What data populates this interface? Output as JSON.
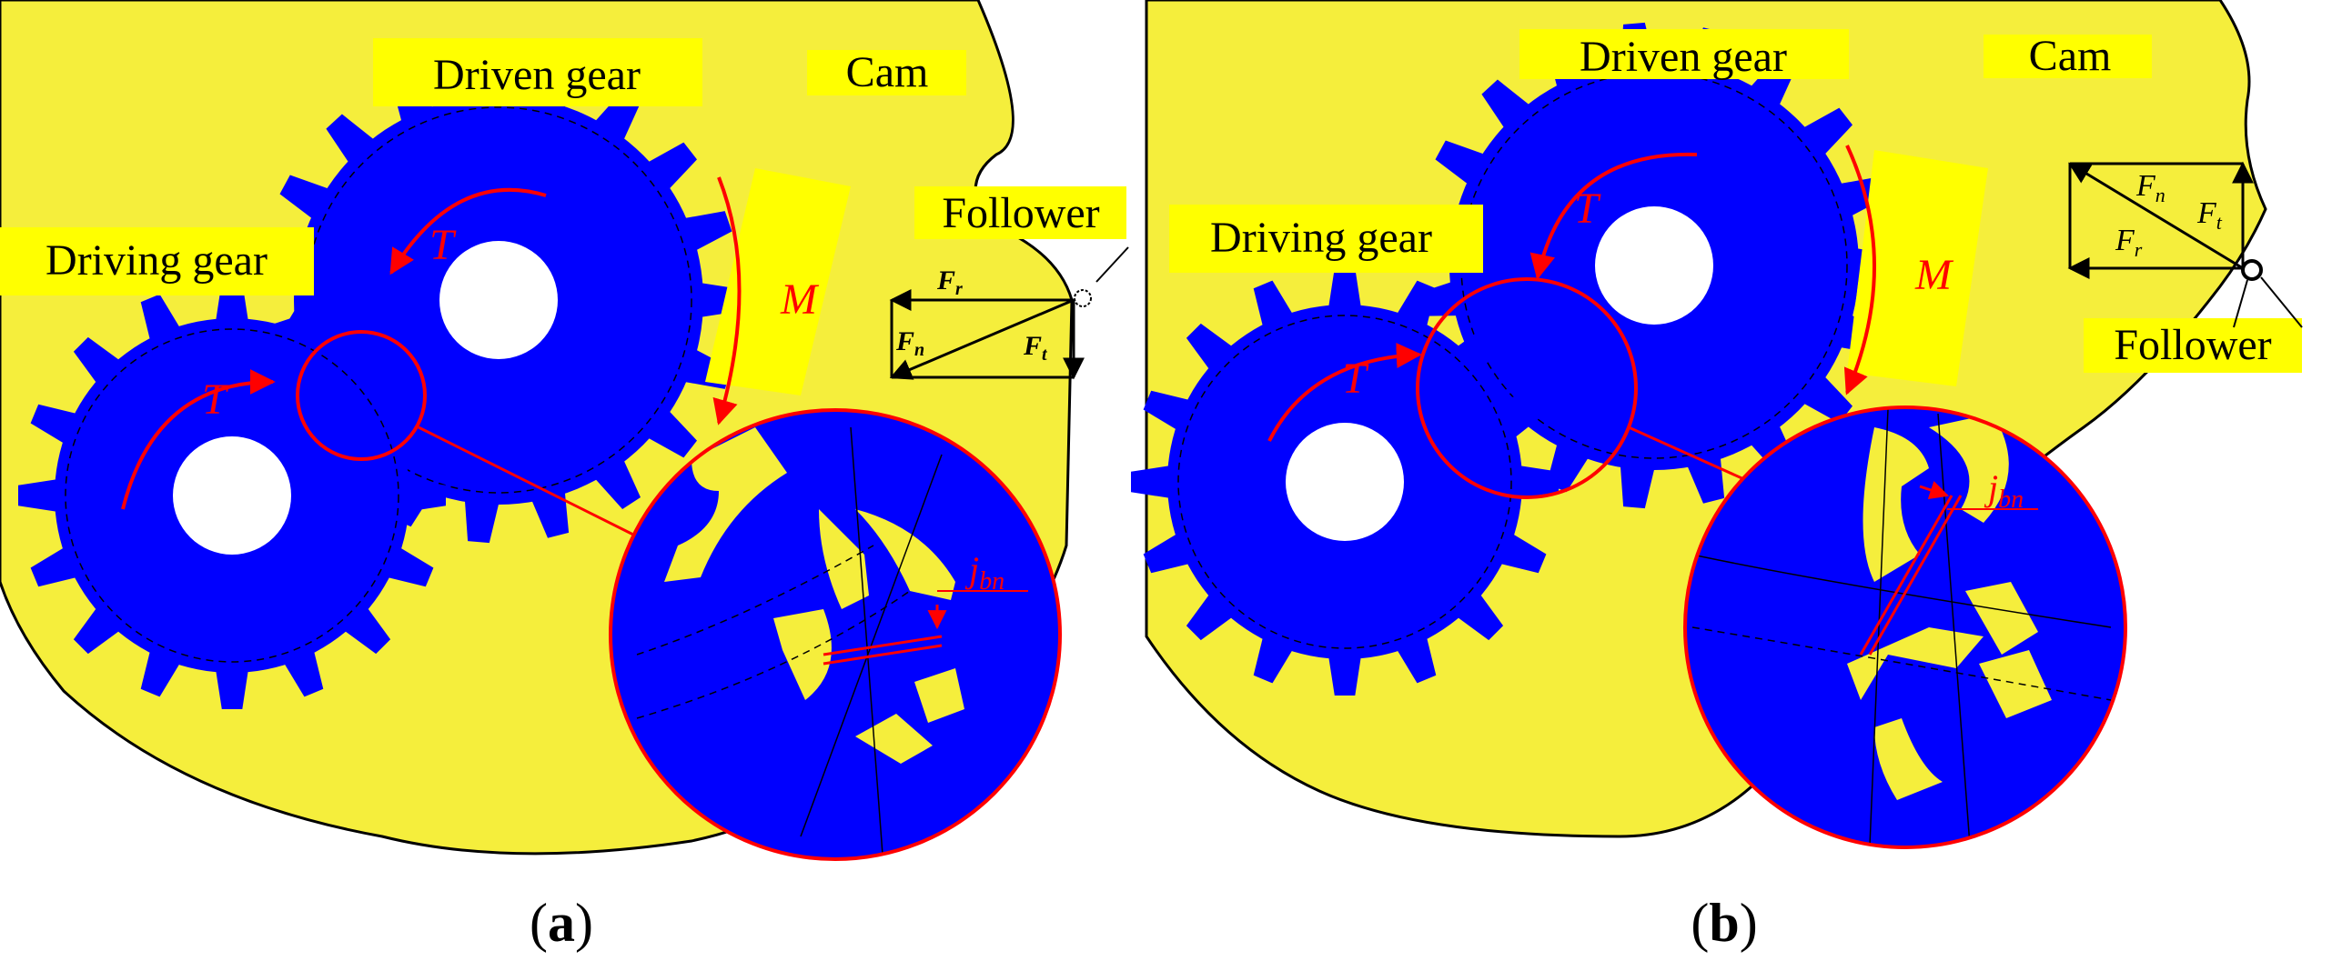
{
  "panels": [
    {
      "id": "a",
      "caption_open": "(",
      "caption_letter": "a",
      "caption_close": ")",
      "labels": {
        "driven_gear": "Driven gear",
        "cam": "Cam",
        "follower": "Follower",
        "driving_gear": "Driving gear",
        "torque_driven": "T",
        "torque_driving": "T",
        "moment": "M",
        "fr": "F",
        "fr_sub": "r",
        "fn": "F",
        "fn_sub": "n",
        "ft": "F",
        "ft_sub": "t",
        "jbn": "j",
        "jbn_sub": "bn"
      }
    },
    {
      "id": "b",
      "caption_open": "(",
      "caption_letter": "b",
      "caption_close": ")",
      "labels": {
        "driven_gear": "Driven gear",
        "cam": "Cam",
        "follower": "Follower",
        "driving_gear": "Driving gear",
        "torque_driven": "T",
        "torque_driving": "T",
        "moment": "M",
        "fr": "F",
        "fr_sub": "r",
        "fn": "F",
        "fn_sub": "n",
        "ft": "F",
        "ft_sub": "t",
        "jbn": "j",
        "jbn_sub": "bn"
      }
    }
  ],
  "colors": {
    "cam_fill": "#f5ee3c",
    "gear_fill": "#0000ff",
    "hole_fill": "#ffffff",
    "label_bg": "#ffff00",
    "annotation": "#ff0000",
    "outline": "#000000"
  }
}
